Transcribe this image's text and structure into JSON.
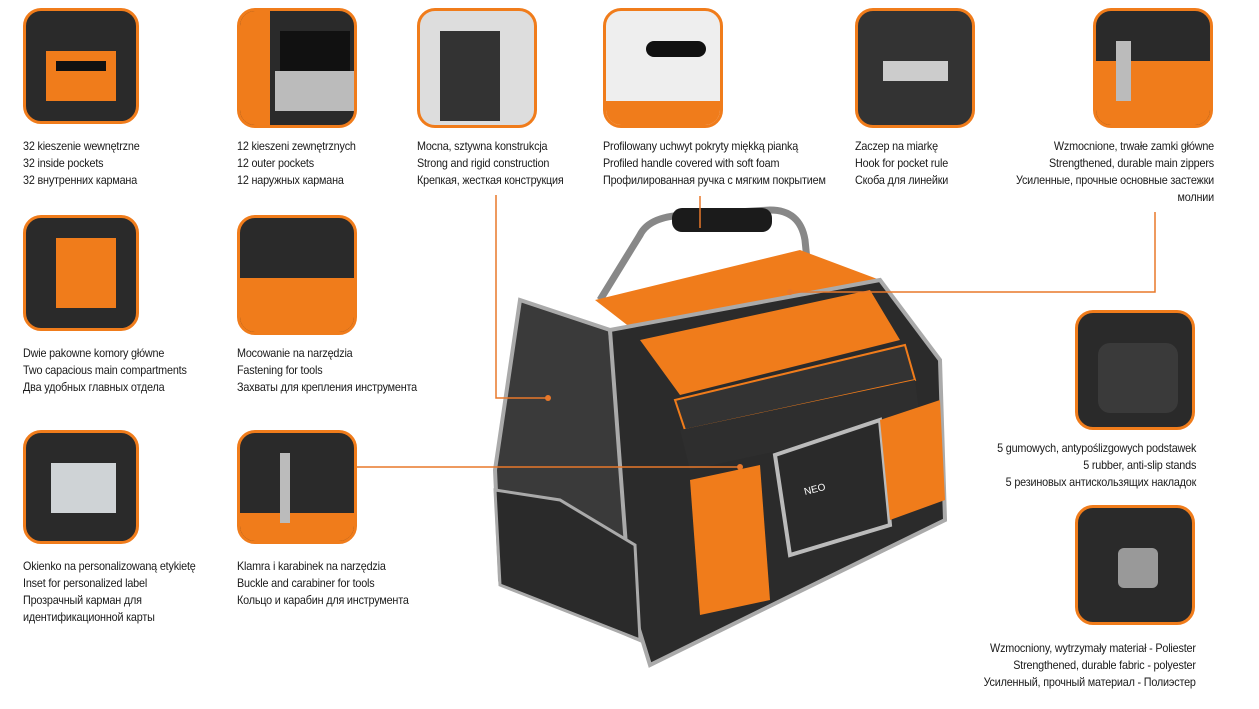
{
  "brand": "NEO",
  "accent": "#f07c1b",
  "features": [
    {
      "pl": "32 kieszenie wewnętrzne",
      "en": "32 inside pockets",
      "ru": "32 внутренних кармана"
    },
    {
      "pl": "12 kieszeni zewnętrznych",
      "en": "12 outer pockets",
      "ru": "12 наружных кармана"
    },
    {
      "pl": "Mocna, sztywna konstrukcja",
      "en": "Strong and rigid construction",
      "ru": "Крепкая, жесткая конструкция"
    },
    {
      "pl": "Profilowany uchwyt pokryty miękką pianką",
      "en": "Profiled handle covered with soft foam",
      "ru": "Профилированная ручка с мягким покрытием"
    },
    {
      "pl": "Zaczep na miarkę",
      "en": "Hook for pocket rule",
      "ru": "Скоба для линейки"
    },
    {
      "pl": "Wzmocnione, trwałe zamki główne",
      "en": "Strengthened, durable main zippers",
      "ru": "Усиленные, прочные основные застежки",
      "ru2": "молнии"
    },
    {
      "pl": "Dwie pakowne komory główne",
      "en": "Two capacious main compartments",
      "ru": "Два удобных главных отдела"
    },
    {
      "pl": "Mocowanie na narzędzia",
      "en": "Fastening for tools",
      "ru": "Захваты для крепления инструмента"
    },
    {
      "pl": "5 gumowych, antypoślizgowych podstawek",
      "en": "5 rubber, anti-slip stands",
      "ru": "5 резиновых антискользящих накладок"
    },
    {
      "pl": "Okienko na personalizowaną etykietę",
      "en": "Inset for personalized label",
      "ru": "Прозрачный карман для",
      "ru2": "идентификационной карты"
    },
    {
      "pl": "Klamra i karabinek na narzędzia",
      "en": "Buckle and carabiner for tools",
      "ru": "Кольцо и карабин для инструмента"
    },
    {
      "pl": "Wzmocniony, wytrzymały materiał - Poliester",
      "en": "Strengthened, durable fabric - polyester",
      "ru": "Усиленный, прочный материал - Полиэстер"
    }
  ]
}
